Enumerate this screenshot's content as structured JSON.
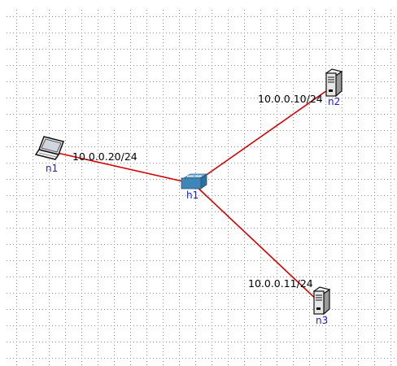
{
  "topology": {
    "nodes": [
      {
        "id": "n1",
        "label": "n1",
        "kind": "laptop-icon"
      },
      {
        "id": "h1",
        "label": "h1",
        "kind": "switch-icon"
      },
      {
        "id": "n2",
        "label": "n2",
        "kind": "server-icon"
      },
      {
        "id": "n3",
        "label": "n3",
        "kind": "server-icon"
      }
    ],
    "links": [
      {
        "from": "n1",
        "to": "h1",
        "address": "10.0.0.20/24"
      },
      {
        "from": "h1",
        "to": "n2",
        "address": "10.0.0.10/24"
      },
      {
        "from": "h1",
        "to": "n3",
        "address": "10.0.0.11/24"
      }
    ],
    "link_color": "#d40000",
    "label_color": "#1a1ad8"
  }
}
